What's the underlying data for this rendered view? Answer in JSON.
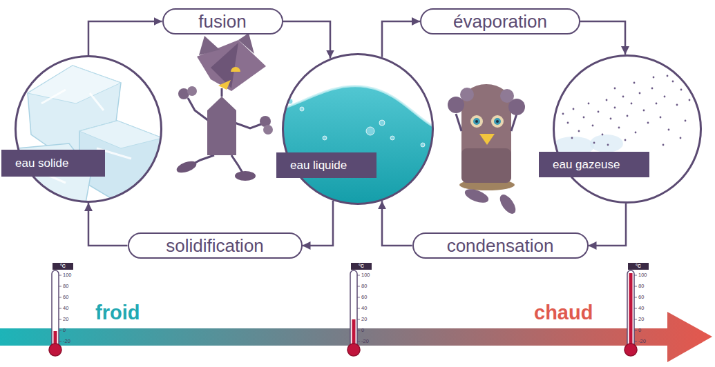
{
  "diagram": {
    "nodes": [
      {
        "text": [
          "fusion"
        ]
      },
      {
        "text": [
          "évaporation"
        ]
      },
      {
        "text": [
          "eau solide"
        ]
      },
      {
        "text": [
          "eau liquide"
        ]
      },
      {
        "text": [
          "eau gazeuse"
        ]
      },
      {
        "text": [
          "solidification"
        ]
      },
      {
        "text": [
          "condensation"
        ]
      }
    ],
    "edges": [
      {
        "from": 2,
        "to": 0,
        "arrow": "to"
      },
      {
        "from": 0,
        "to": 3,
        "arrow": "to"
      },
      {
        "from": 3,
        "to": 1,
        "arrow": "to"
      },
      {
        "from": 1,
        "to": 4,
        "arrow": "to"
      },
      {
        "from": 4,
        "to": 6,
        "arrow": "to"
      },
      {
        "from": 6,
        "to": 3,
        "arrow": "to"
      },
      {
        "from": 3,
        "to": 5,
        "arrow": "to"
      },
      {
        "from": 5,
        "to": 2,
        "arrow": "to"
      }
    ],
    "labels": [
      "°C",
      "100",
      "80",
      "60",
      "40",
      "20",
      "0",
      "-20",
      "°C",
      "100",
      "80",
      "60",
      "40",
      "20",
      "0",
      "-20",
      "°C",
      "100",
      "80",
      "60",
      "40",
      "20",
      "0",
      "-20",
      "froid",
      "chaud"
    ]
  }
}
